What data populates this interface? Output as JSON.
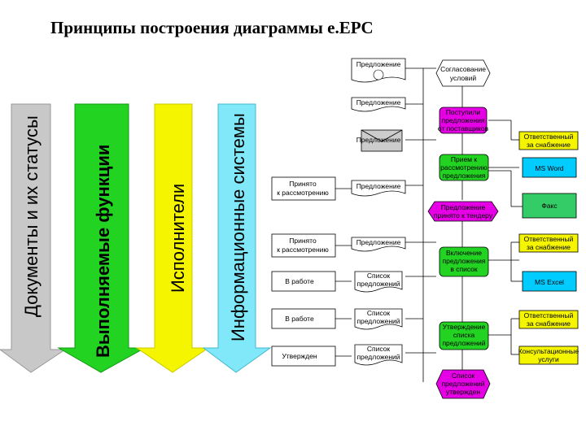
{
  "title": "Принципы построения диаграммы е.EPC",
  "columns": [
    {
      "label": "Документы и их статусы",
      "color": "#c8c8c8"
    },
    {
      "label": "Выполняемые функции",
      "color": "#22d322"
    },
    {
      "label": "Исполнители",
      "color": "#f5f500"
    },
    {
      "label": "Информационные системы",
      "color": "#80e8f8"
    }
  ],
  "doc_statuses": [
    "Принято к рассмотрению",
    "Принято к рассмотрению",
    "В работе",
    "В работе",
    "Утвержден"
  ],
  "documents": [
    "Предложение",
    "Предложение",
    "Предложение",
    "Предложение",
    "Предложение",
    "Список предложений",
    "Список предложений",
    "Список предложений"
  ],
  "events": [
    "Согласование условий",
    "Предложение принято к тендеру"
  ],
  "functions": [
    "Поступили предложения от поставщиков",
    "Прием к рассмотрению предложения",
    "Включение предложения в список",
    "Утверждение списка предложений",
    "Список предложений утвержден"
  ],
  "performers": [
    "Ответственный за снабжение",
    "Ответственный за снабжение",
    "Ответственный за снабжение",
    "Консультационные услуги"
  ],
  "systems": [
    "MS Word",
    "Факс",
    "MS Excel"
  ],
  "colors": {
    "function": "#e600e6",
    "function_green": "#22d322",
    "system": "#33cc66",
    "performer": "#f5f500",
    "system_blue": "#00ccff"
  }
}
